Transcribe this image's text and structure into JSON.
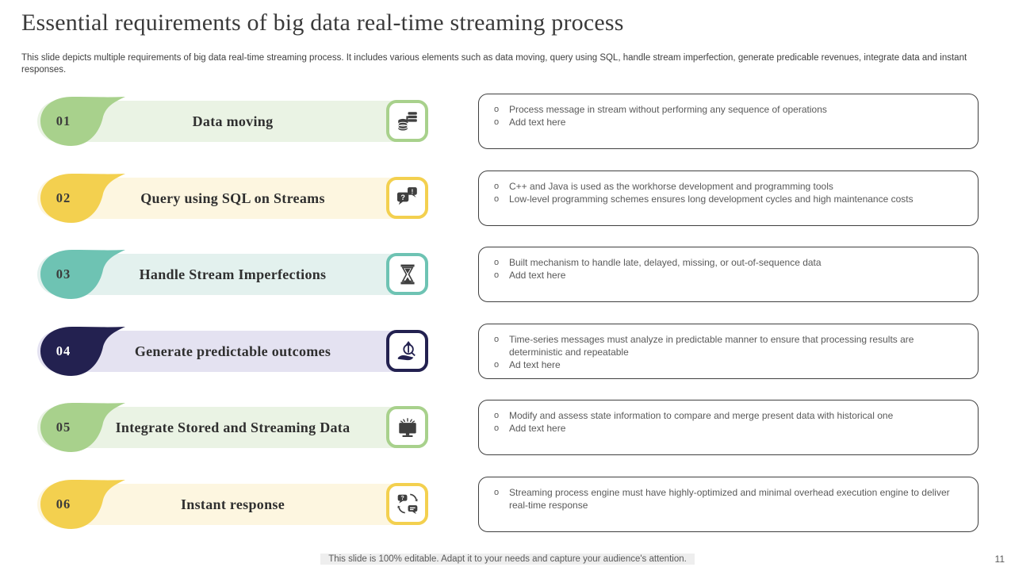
{
  "page": {
    "title": "Essential requirements of big data real-time streaming process",
    "subtitle": "This slide depicts multiple requirements of big data real-time streaming process. It includes various elements such as data moving, query using SQL, handle stream imperfection, generate predicable revenues, integrate data and instant responses.",
    "footer": "This slide is 100% editable. Adapt it to your needs and capture your audience's attention.",
    "page_number": "11"
  },
  "colors": {
    "green_accent": "#a8d18c",
    "green_tint": "#eaf3e4",
    "yellow_accent": "#f3d04f",
    "yellow_tint": "#fdf6e0",
    "teal_accent": "#6ec3b3",
    "teal_tint": "#e3f1ee",
    "navy_accent": "#232150",
    "lavender_tint": "#e4e2f1",
    "text_gray": "#595959",
    "box_border": "#3f3f3f"
  },
  "rows": [
    {
      "number": "01",
      "label": "Data moving",
      "icon": "database-stack-icon",
      "accent": "#a8d18c",
      "tint": "#eaf3e4",
      "number_color": "#3b3b3b",
      "icon_color": "#3f3f3f",
      "bullets": [
        "Process message in stream without performing any sequence of operations",
        "Add text here"
      ]
    },
    {
      "number": "02",
      "label": "Query using SQL on Streams",
      "icon": "chat-question-icon",
      "accent": "#f3d04f",
      "tint": "#fdf6e0",
      "number_color": "#3b3b3b",
      "icon_color": "#3f3f3f",
      "bullets": [
        "C++ and Java is used as the workhorse development and programming tools",
        "Low-level programming schemes ensures long development cycles and high maintenance costs"
      ]
    },
    {
      "number": "03",
      "label": "Handle Stream Imperfections",
      "icon": "hourglass-icon",
      "accent": "#6ec3b3",
      "tint": "#e3f1ee",
      "number_color": "#3b3b3b",
      "icon_color": "#3f3f3f",
      "bullets": [
        "Built mechanism to handle late, delayed, missing, or out-of-sequence data",
        "Add text here"
      ]
    },
    {
      "number": "04",
      "label": "Generate predictable outcomes",
      "icon": "hand-magnifier-icon",
      "accent": "#232150",
      "tint": "#e4e2f1",
      "number_color": "#ffffff",
      "icon_color": "#232150",
      "bullets": [
        "Time-series messages must analyze in predictable manner to ensure that processing results are deterministic and repeatable",
        "Ad text here"
      ]
    },
    {
      "number": "05",
      "label": "Integrate Stored and Streaming Data",
      "icon": "monitor-burst-icon",
      "accent": "#a8d18c",
      "tint": "#eaf3e4",
      "number_color": "#3b3b3b",
      "icon_color": "#3f3f3f",
      "bullets": [
        "Modify and assess state information to compare and merge present data with historical one",
        "Add text here"
      ]
    },
    {
      "number": "06",
      "label": "Instant response",
      "icon": "chat-sync-icon",
      "accent": "#f3d04f",
      "tint": "#fdf6e0",
      "number_color": "#3b3b3b",
      "icon_color": "#3f3f3f",
      "bullets": [
        "Streaming process engine must have highly-optimized and minimal overhead execution engine to deliver real-time response"
      ]
    }
  ]
}
